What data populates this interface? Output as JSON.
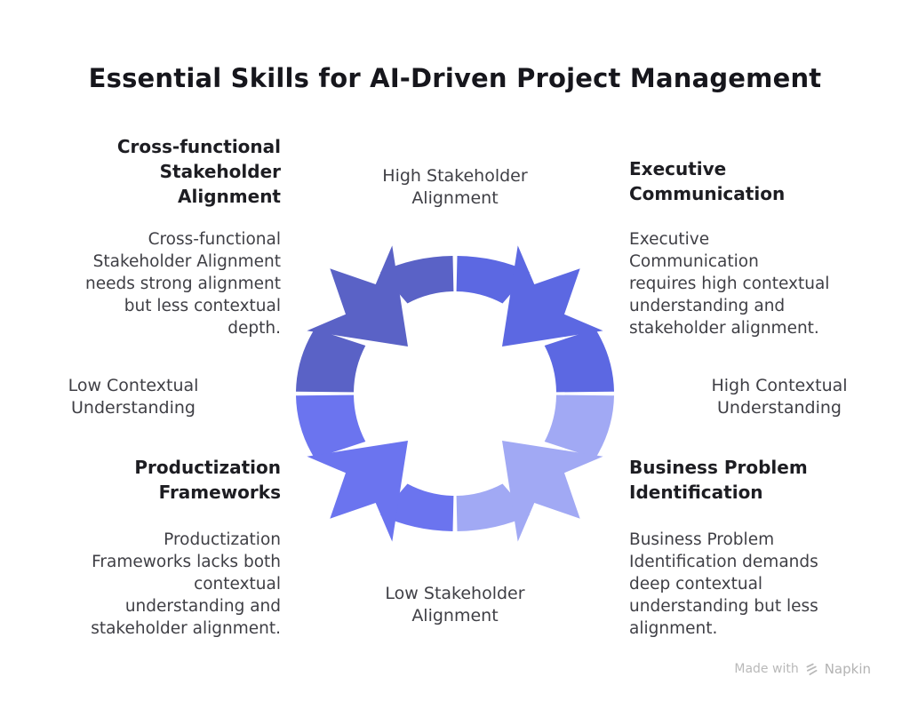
{
  "title": "Essential Skills for AI-Driven Project Management",
  "axis_labels": {
    "top": "High Stakeholder\nAlignment",
    "bottom": "Low Stakeholder\nAlignment",
    "left": "Low Contextual\nUnderstanding",
    "right": "High Contextual\nUnderstanding"
  },
  "sections": {
    "top_left": {
      "heading": "Cross-functional\nStakeholder\nAlignment",
      "body": "Cross-functional\nStakeholder Alignment\nneeds strong alignment\nbut less contextual\ndepth."
    },
    "top_right": {
      "heading": "Executive\nCommunication",
      "body": "Executive\nCommunication\nrequires high contextual\nunderstanding and\nstakeholder alignment."
    },
    "bottom_left": {
      "heading": "Productization\nFrameworks",
      "body": "Productization\nFrameworks lacks both\ncontextual\nunderstanding and\nstakeholder alignment."
    },
    "bottom_right": {
      "heading": "Business Problem\nIdentification",
      "body": "Business Problem\nIdentification demands\ndeep contextual\nunderstanding but less\nalignment."
    }
  },
  "diagram": {
    "type": "converging-arrows-cycle",
    "segment_colors": {
      "top_left": "#5a62c6",
      "top_right": "#5c68e2",
      "bottom_left": "#6b74ef",
      "bottom_right": "#a1a9f4"
    }
  },
  "footer": {
    "made_with": "Made with",
    "brand": "Napkin"
  }
}
